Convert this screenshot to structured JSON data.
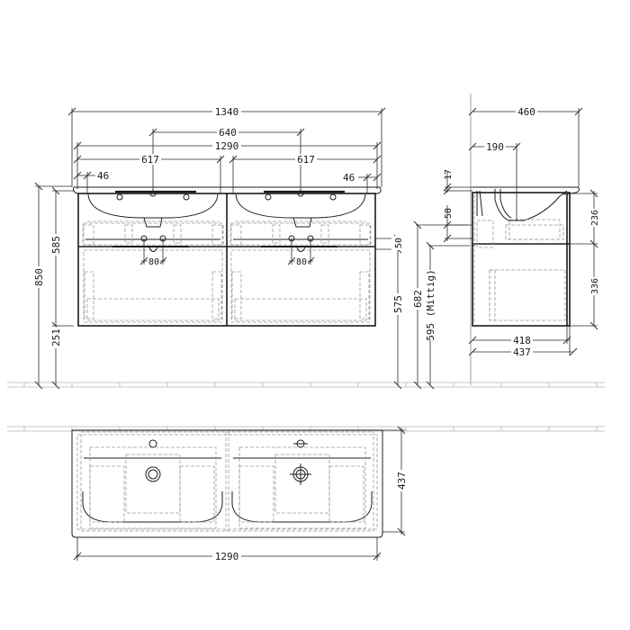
{
  "drawing": {
    "type": "technical-drawing",
    "subject": "double washbasin with vanity unit",
    "line_color": "#1e1e1e",
    "hidden_line_color": "#9a9a9a",
    "floor_color": "#b5b5b5"
  },
  "front_view": {
    "dimensions": {
      "overall_width": "1340",
      "tap_spacing": "640",
      "cabinet_width": "1290",
      "left_bowl_width": "617",
      "right_bowl_width": "617",
      "left_offset": "46",
      "right_offset": "46",
      "total_height": "850",
      "unit_height": "585",
      "floor_clearance": "251",
      "waste_spacing_left": "80",
      "waste_spacing_right": "80",
      "siphon_offset": "50",
      "drawer_top_height": "575",
      "top_edge_height": "682",
      "waste_center_height": "595 (Mittig)"
    }
  },
  "side_view": {
    "dimensions": {
      "basin_depth": "460",
      "tap_distance": "190",
      "rim_thickness": "17",
      "gap": "58",
      "upper_drawer": "236",
      "lower_drawer": "336",
      "cabinet_depth": "418",
      "overall_depth": "437"
    }
  },
  "top_view": {
    "dimensions": {
      "width": "1290",
      "depth": "437"
    }
  }
}
